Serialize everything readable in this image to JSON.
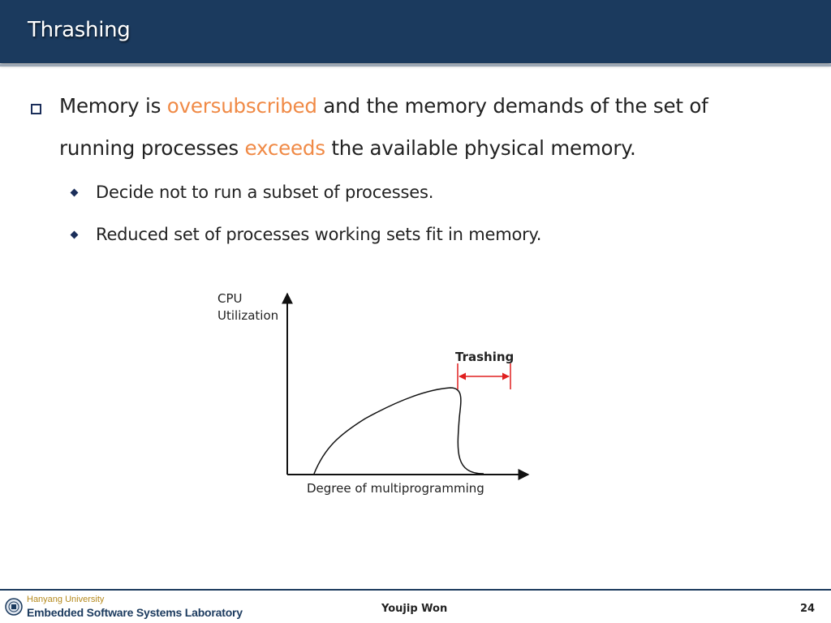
{
  "slide": {
    "title": "Thrashing"
  },
  "content": {
    "line1": {
      "pre": "Memory is ",
      "hl1": "oversubscribed",
      "post": " and the memory demands of the set of"
    },
    "line2": {
      "pre": "running processes ",
      "hl2": "exceeds",
      "post": " the available physical memory."
    },
    "sub_bullets": [
      "Decide not to run a subset of processes.",
      "Reduced set of processes working sets fit in memory."
    ]
  },
  "diagram": {
    "y_label_line1": "CPU",
    "y_label_line2": "Utilization",
    "x_label": "Degree of multiprogramming",
    "annotation": "Trashing",
    "colors": {
      "annotation": "#e02020",
      "axis": "#111111",
      "curve": "#111111"
    }
  },
  "footer": {
    "university": "Hanyang University",
    "lab": "Embedded Software Systems Laboratory",
    "author": "Youjip Won",
    "page": "24",
    "logo_icon": "university-seal-icon"
  },
  "colors": {
    "title_bar": "#1b3a5e",
    "highlight": "#f08a46",
    "bullet": "#1b2e5a"
  }
}
